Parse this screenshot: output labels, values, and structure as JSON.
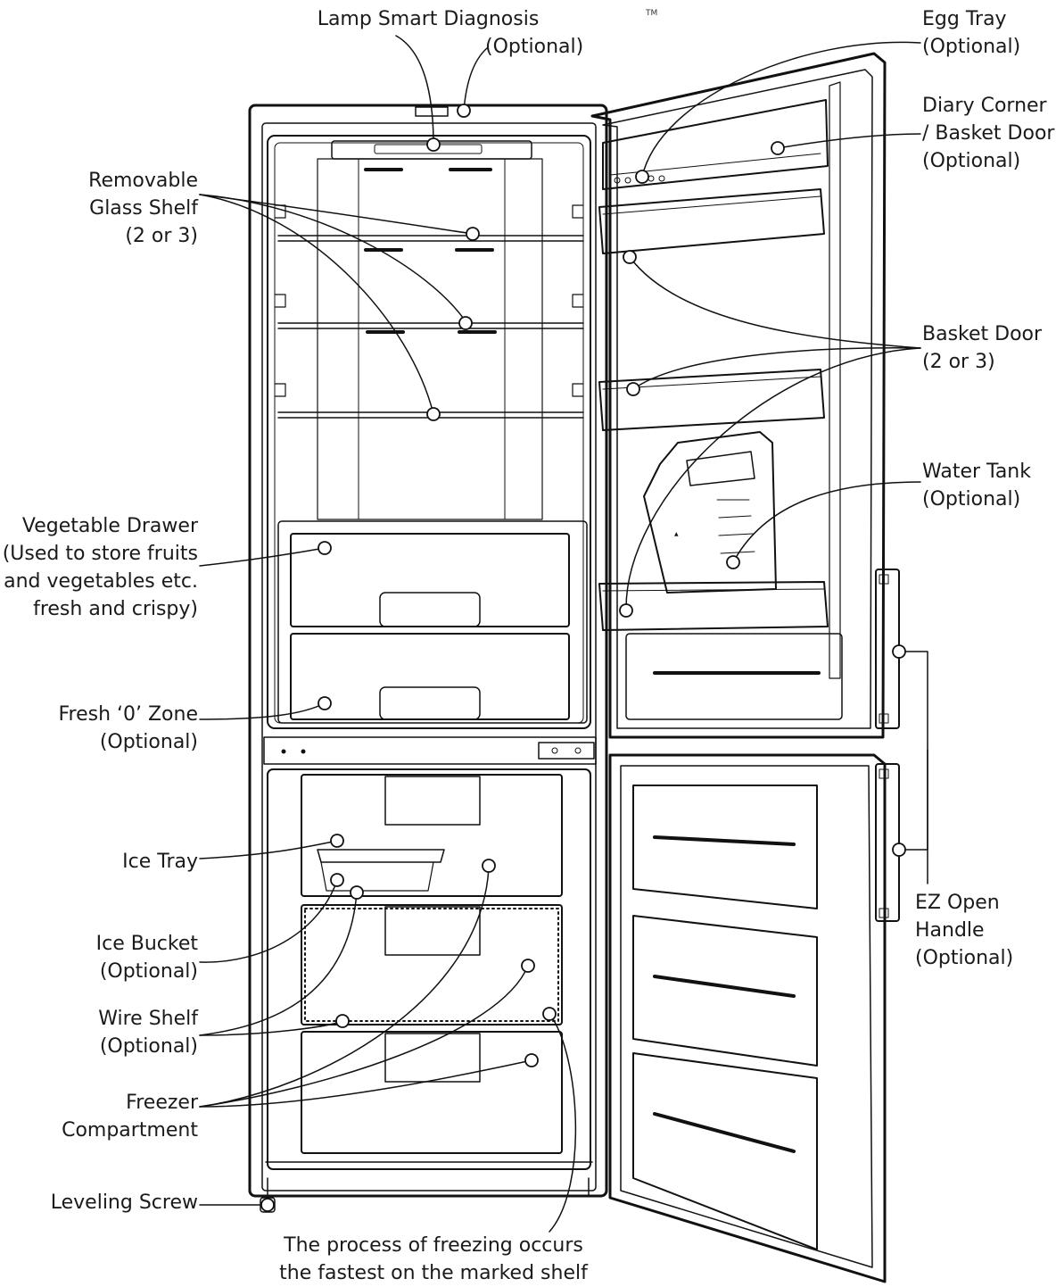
{
  "trademark": "TM",
  "labels": {
    "lamp_smart_diagnosis": {
      "line1": "Lamp Smart Diagnosis",
      "line2": "(Optional)"
    },
    "egg_tray": {
      "line1": "Egg Tray",
      "line2": "(Optional)"
    },
    "diary_corner": {
      "line1": "Diary Corner",
      "line2": "/ Basket Door",
      "line3": "(Optional)"
    },
    "removable_glass_shelf": {
      "line1": "Removable",
      "line2": "Glass Shelf",
      "line3": "(2 or 3)"
    },
    "basket_door": {
      "line1": "Basket Door",
      "line2": "(2 or 3)"
    },
    "water_tank": {
      "line1": "Water Tank",
      "line2": "(Optional)"
    },
    "vegetable_drawer": {
      "line1": "Vegetable Drawer",
      "line2": "(Used  to store fruits",
      "line3": "and vegetables etc.",
      "line4": "fresh and crispy)"
    },
    "fresh_zone": {
      "line1": "Fresh ‘0’ Zone",
      "line2": "(Optional)"
    },
    "ez_open_handle": {
      "line1": "EZ Open",
      "line2": "Handle",
      "line3": "(Optional)"
    },
    "ice_tray": {
      "line1": "Ice Tray"
    },
    "ice_bucket": {
      "line1": "Ice Bucket",
      "line2": "(Optional)"
    },
    "wire_shelf": {
      "line1": "Wire Shelf",
      "line2": "(Optional)"
    },
    "freezer_compartment": {
      "line1": "Freezer",
      "line2": "Compartment"
    },
    "leveling_screw": {
      "line1": "Leveling Screw"
    },
    "freezing_note": {
      "line1": "The process of freezing occurs",
      "line2": "the fastest on the marked shelf"
    }
  }
}
